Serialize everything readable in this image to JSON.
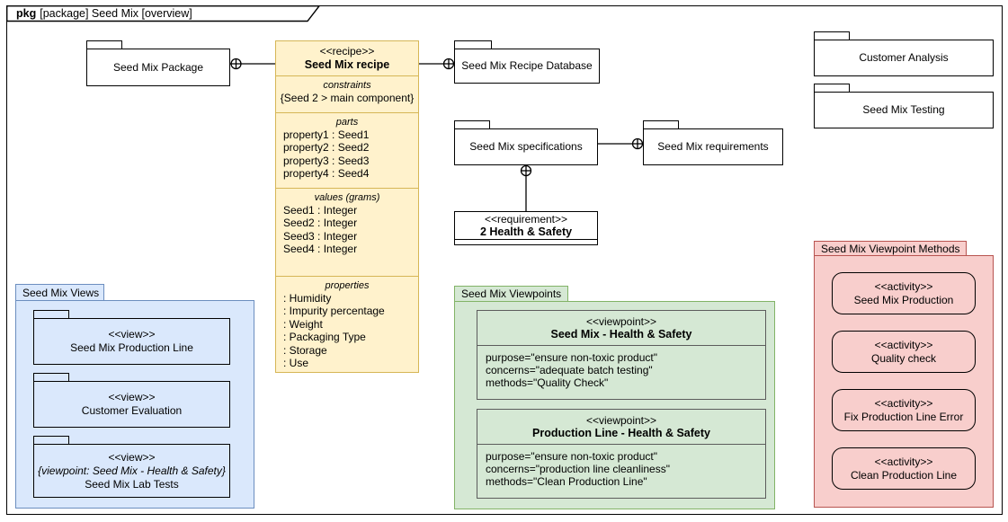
{
  "frame": {
    "keyword": "pkg",
    "title": "[package] Seed Mix [overview]"
  },
  "packages": {
    "seed_mix_package": "Seed Mix Package",
    "recipe_database": "Seed Mix Recipe Database",
    "specifications": "Seed Mix specifications",
    "requirements": "Seed Mix requirements",
    "customer_analysis": "Customer Analysis",
    "seed_mix_testing": "Seed Mix Testing"
  },
  "recipe": {
    "stereotype": "<<recipe>>",
    "name": "Seed Mix recipe",
    "constraints_label": "constraints",
    "constraint": "{Seed 2 > main component}",
    "parts_label": "parts",
    "parts": [
      "property1 : Seed1",
      "property2 : Seed2",
      "property3 : Seed3",
      "property4 : Seed4"
    ],
    "values_label": "values (grams)",
    "values": [
      "Seed1 : Integer",
      "Seed2 : Integer",
      "Seed3 : Integer",
      "Seed4 : Integer"
    ],
    "properties_label": "properties",
    "properties": [
      ": Humidity",
      ": Impurity percentage",
      ": Weight",
      ": Packaging Type",
      ": Storage",
      ": Use"
    ]
  },
  "requirement": {
    "stereotype": "<<requirement>>",
    "name": "2 Health & Safety"
  },
  "views_group": {
    "label": "Seed Mix Views",
    "items": [
      {
        "stereotype": "<<view>>",
        "name": "Seed Mix Production Line"
      },
      {
        "stereotype": "<<view>>",
        "name": "Customer Evaluation"
      },
      {
        "stereotype": "<<view>>",
        "annotation": "{viewpoint: Seed Mix - Health & Safety}",
        "name": "Seed Mix Lab Tests"
      }
    ]
  },
  "viewpoints_group": {
    "label": "Seed Mix Viewpoints",
    "items": [
      {
        "stereotype": "<<viewpoint>>",
        "name": "Seed Mix - Health & Safety",
        "lines": [
          "purpose=\"ensure non-toxic product\"",
          "concerns=\"adequate batch testing\"",
          "methods=\"Quality Check\""
        ]
      },
      {
        "stereotype": "<<viewpoint>>",
        "name": "Production Line - Health & Safety",
        "lines": [
          "purpose=\"ensure non-toxic product\"",
          "concerns=\"production line cleanliness\"",
          "methods=\"Clean Production Line\""
        ]
      }
    ]
  },
  "methods_group": {
    "label": "Seed Mix Viewpoint Methods",
    "items": [
      {
        "stereotype": "<<activity>>",
        "name": "Seed Mix Production"
      },
      {
        "stereotype": "<<activity>>",
        "name": "Quality check"
      },
      {
        "stereotype": "<<activity>>",
        "name": "Fix Production Line Error"
      },
      {
        "stereotype": "<<activity>>",
        "name": "Clean Production Line"
      }
    ]
  },
  "colors": {
    "recipe_fill": "#FFF2CC",
    "recipe_stroke": "#D6B656",
    "views_fill": "#DAE8FC",
    "views_stroke": "#6C8EBF",
    "viewpoints_fill": "#D5E8D4",
    "viewpoints_stroke": "#82B366",
    "methods_fill": "#F8CECC",
    "methods_stroke": "#B85450",
    "line": "#000000"
  }
}
